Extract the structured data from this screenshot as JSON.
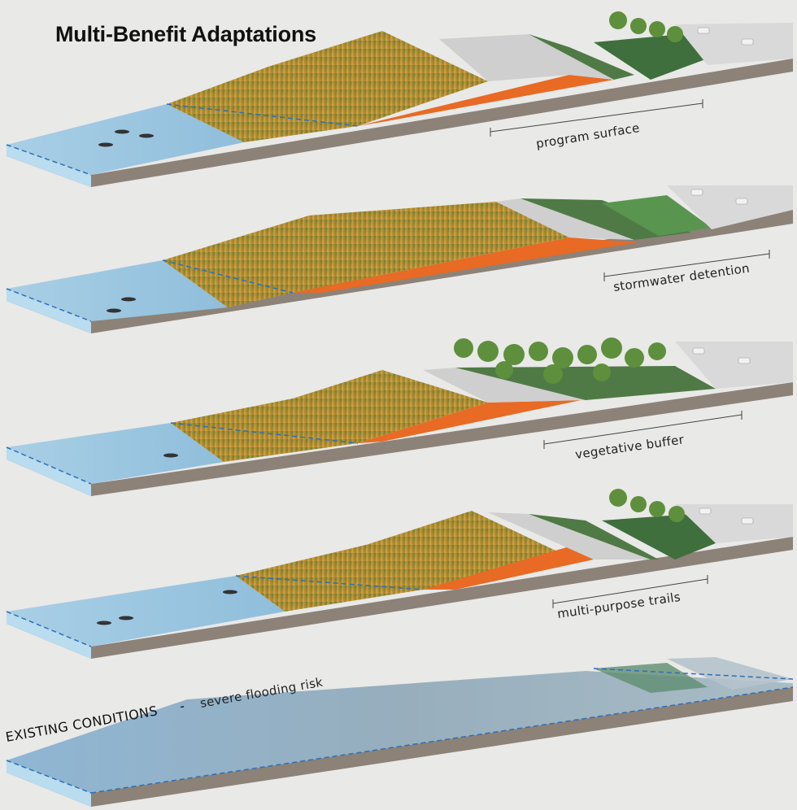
{
  "title": "Multi-Benefit Adaptations",
  "panels": [
    {
      "label": "program surface"
    },
    {
      "label": "stormwater detention"
    },
    {
      "label": "vegetative buffer"
    },
    {
      "label": "multi-purpose trails"
    }
  ],
  "existing": {
    "label_main": "EXISTING CONDITIONS",
    "label_dash": "-",
    "label_sub": "severe flooding risk"
  },
  "colors": {
    "water": "#9ec8e2",
    "marsh": "#c99a3a",
    "levee": "#e86a24",
    "soil": "#8a7f75",
    "grass": "#4f7a45",
    "pavement": "#cfcfcf"
  }
}
